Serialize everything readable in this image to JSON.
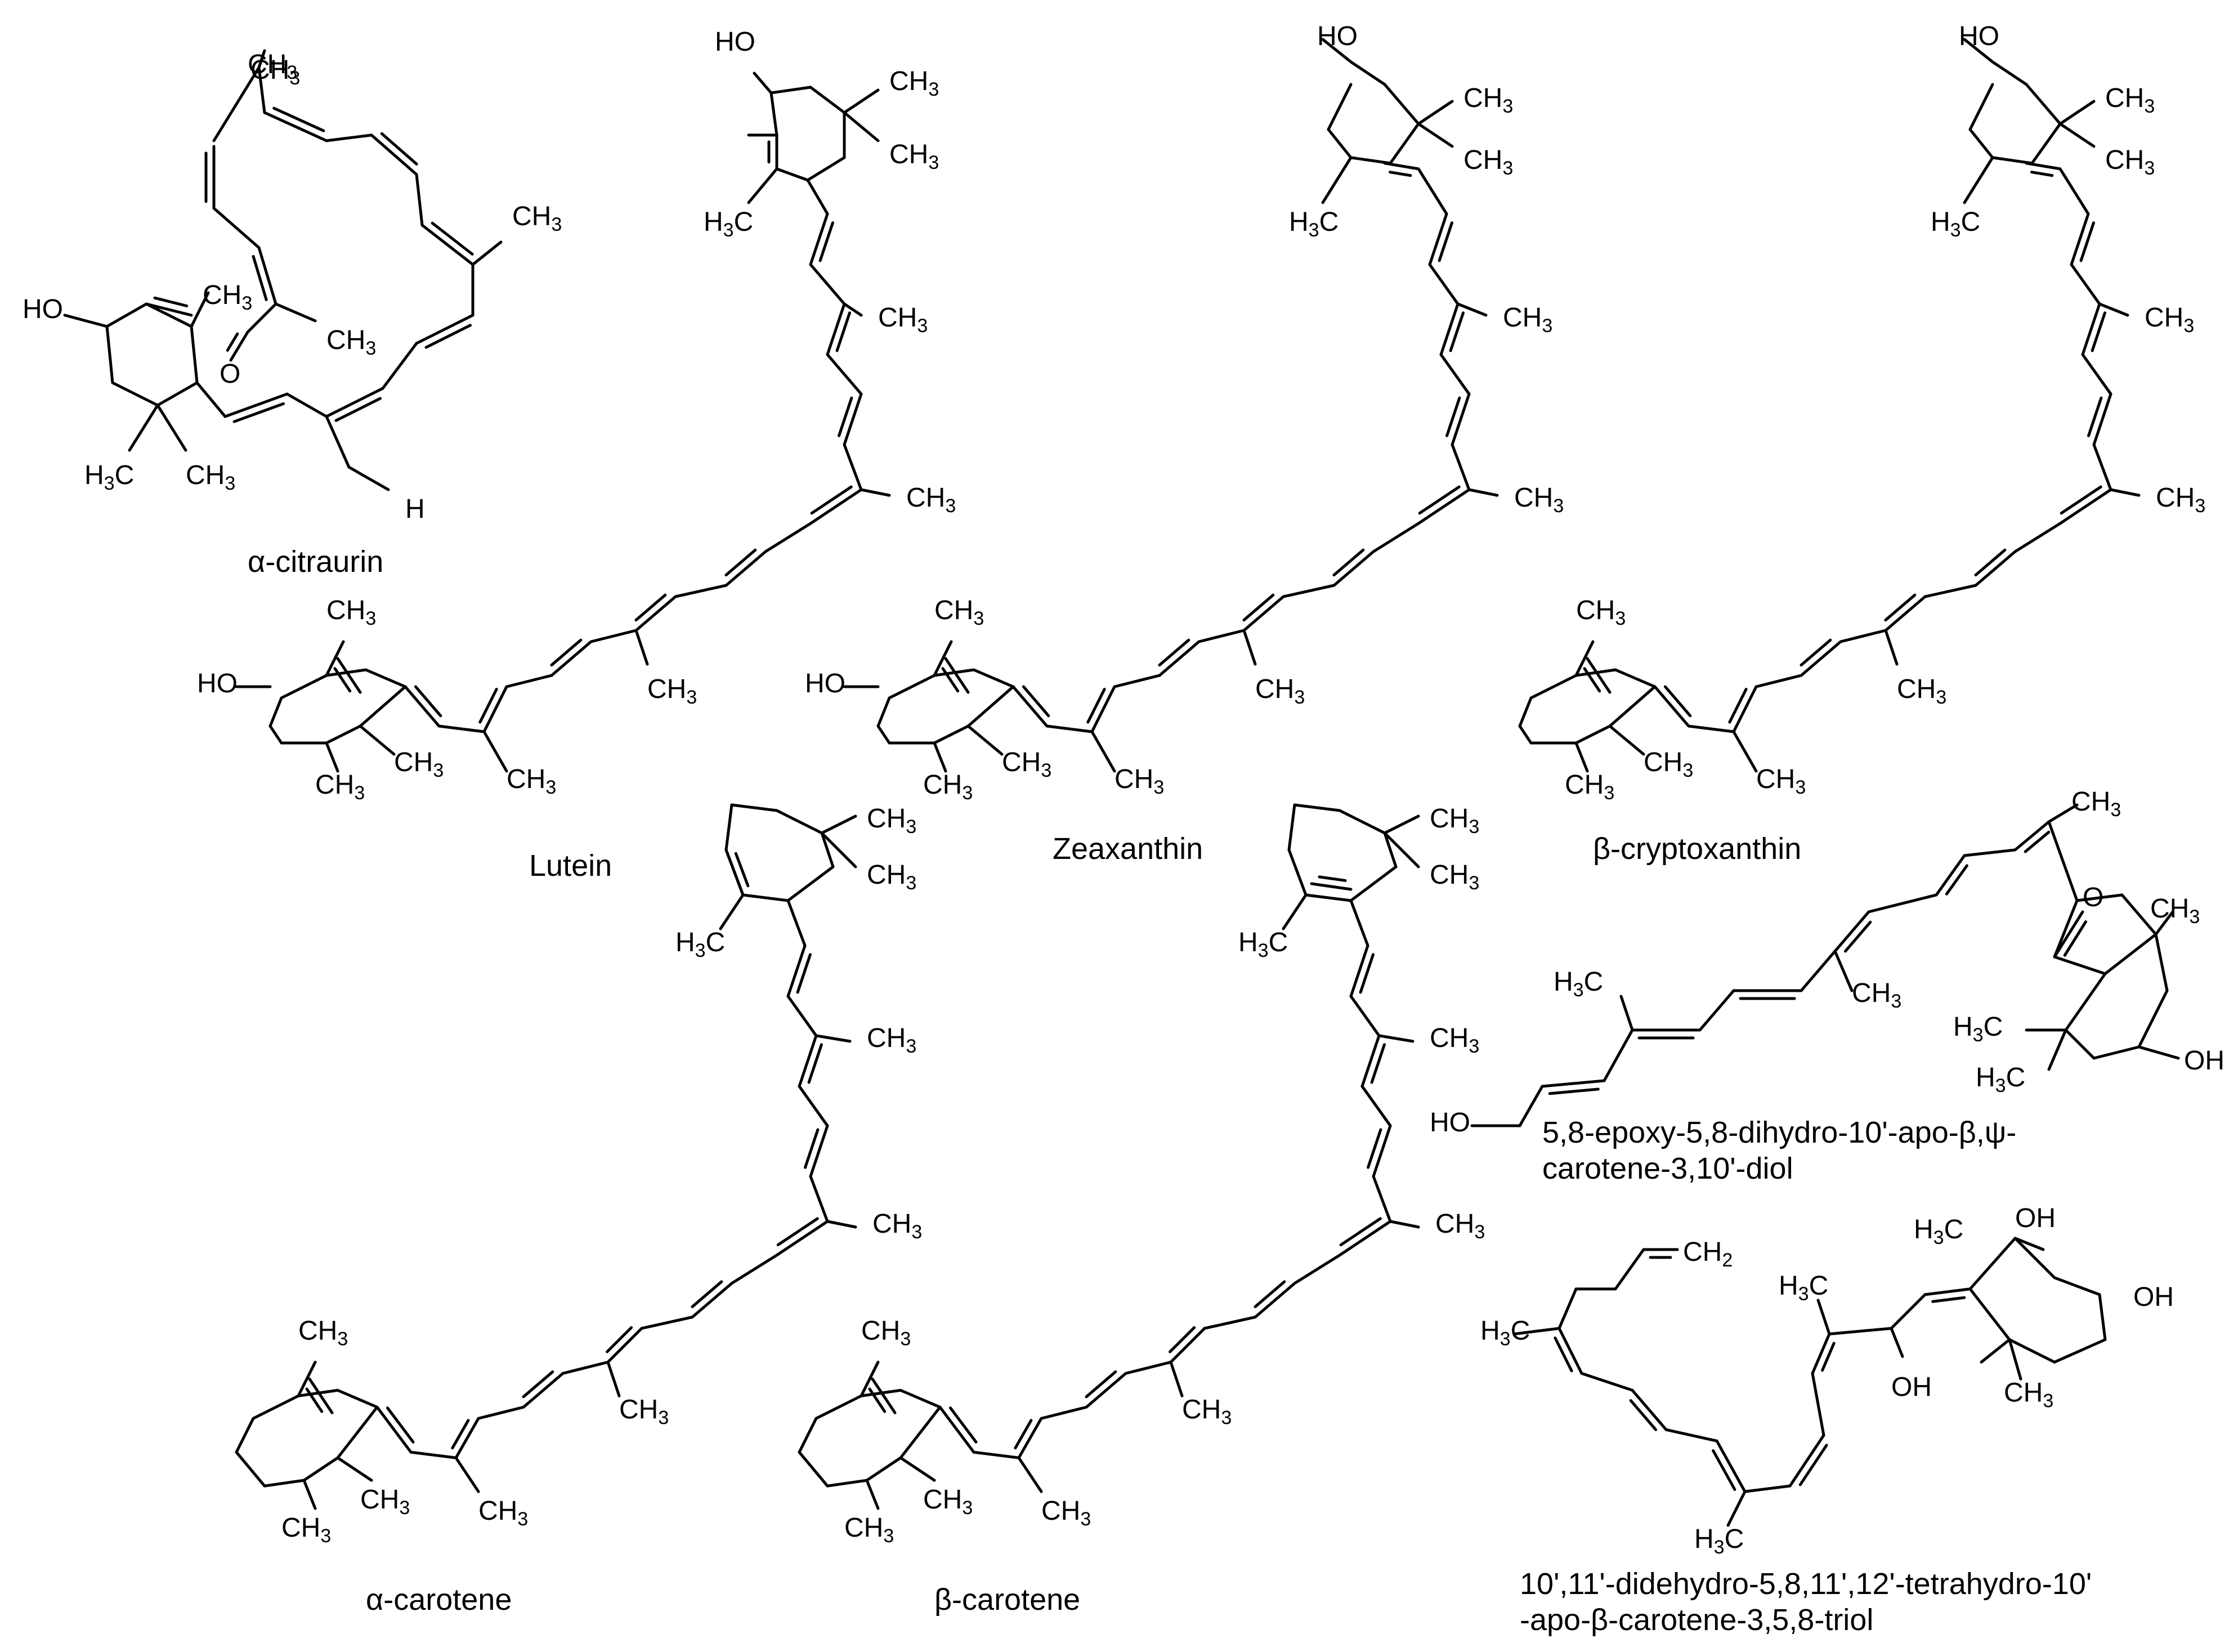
{
  "colors": {
    "line": "#000000",
    "background": "#ffffff"
  },
  "groups": {
    "ch3": "CH",
    "h3c": "H",
    "sub3": "3",
    "sub2": "2",
    "c": "C",
    "ho": "HO",
    "oh": "OH",
    "o": "O",
    "h": "H",
    "ch2": "CH"
  },
  "compounds": [
    {
      "id": "alpha-citraurin",
      "name": "α-citraurin"
    },
    {
      "id": "lutein",
      "name": "Lutein"
    },
    {
      "id": "zeaxanthin",
      "name": "Zeaxanthin"
    },
    {
      "id": "beta-cryptoxanthin",
      "name": "β-cryptoxanthin"
    },
    {
      "id": "epoxy-diol",
      "name_line1": "5,8-epoxy-5,8-dihydro-10'-apo-β,ψ-",
      "name_line2": "carotene-3,10'-diol"
    },
    {
      "id": "alpha-carotene",
      "name": "α-carotene"
    },
    {
      "id": "beta-carotene",
      "name": "β-carotene"
    },
    {
      "id": "triol",
      "name_line1": "10',11'-didehydro-5,8,11',12'-tetrahydro-10'",
      "name_line2": "-apo-β-carotene-3,5,8-triol"
    }
  ]
}
